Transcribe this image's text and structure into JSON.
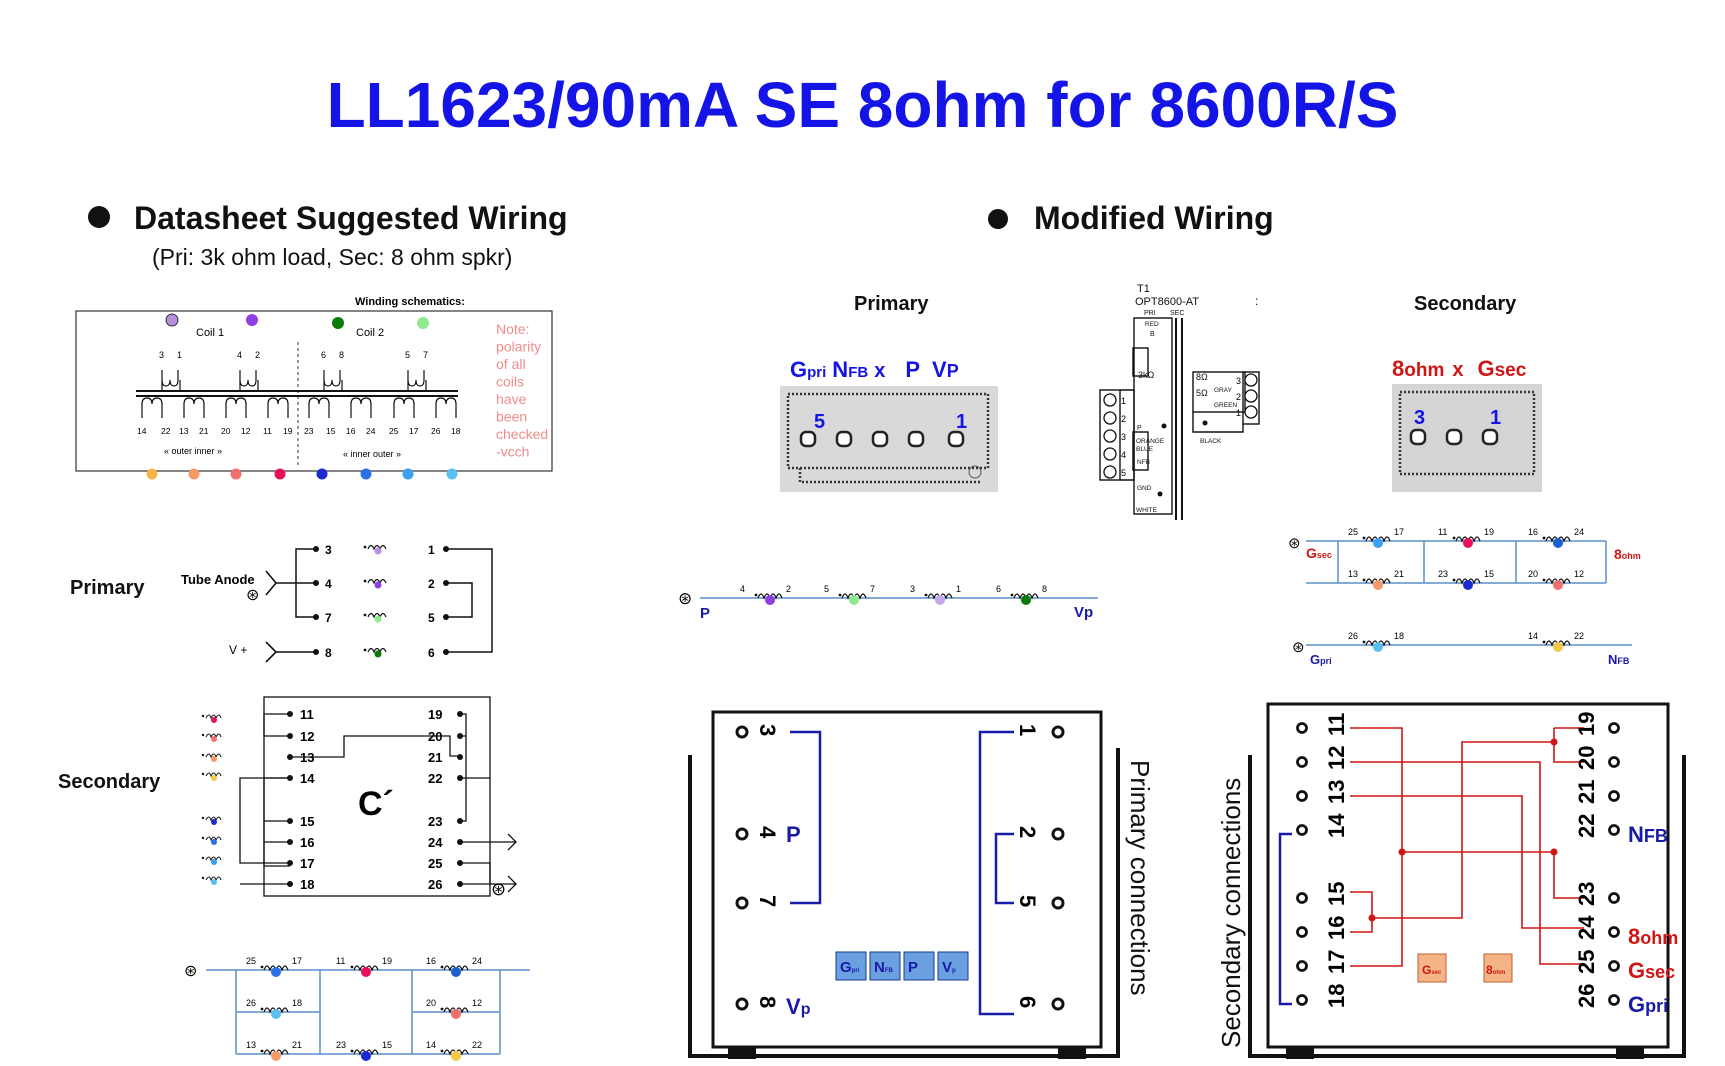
{
  "title": "LL1623/90mA SE 8ohm for 8600R/S",
  "left": {
    "heading": "Datasheet Suggested Wiring",
    "subheading": "(Pri: 3k ohm load, Sec: 8 ohm spkr)",
    "schematic": {
      "title": "Winding schematics:",
      "coil1": "Coil 1",
      "coil2": "Coil 2",
      "top_pins": [
        "3",
        "1",
        "4",
        "2",
        "6",
        "8",
        "5",
        "7"
      ],
      "bottom_pins": [
        "14",
        "22",
        "13",
        "21",
        "20",
        "12",
        "11",
        "19",
        "23",
        "15",
        "16",
        "24",
        "25",
        "17",
        "26",
        "18"
      ],
      "outer_inner": "« outer      inner »",
      "inner_outer": "« inner      outer »",
      "note": [
        "Note:",
        "polarity",
        "of all",
        "coils",
        "have",
        "been",
        "checked",
        "-vcch"
      ]
    },
    "primary_label": "Primary",
    "tube_anode": "Tube Anode",
    "vplus": "V +",
    "primary_pins_left": [
      "3",
      "4",
      "7",
      "8"
    ],
    "primary_pins_right": [
      "1",
      "2",
      "5",
      "6"
    ],
    "secondary_label": "Secondary",
    "secondary_pins_left": [
      "11",
      "12",
      "13",
      "14",
      "15",
      "16",
      "17",
      "18"
    ],
    "secondary_pins_right": [
      "19",
      "20",
      "21",
      "22",
      "23",
      "24",
      "25",
      "26"
    ],
    "c_label": "C´",
    "bottom_coils": {
      "row1": [
        "25",
        "17",
        "11",
        "19",
        "16",
        "24"
      ],
      "row2": [
        "26",
        "18",
        "20",
        "12"
      ],
      "row3": [
        "13",
        "21",
        "23",
        "15",
        "14",
        "22"
      ]
    }
  },
  "right": {
    "heading": "Modified Wiring",
    "primary_label": "Primary",
    "secondary_label": "Secondary",
    "primary_photo": {
      "g": "G",
      "g_sub": "pri",
      "n": "N",
      "n_sub": "FB",
      "x": "x",
      "p": "P",
      "v": "V",
      "v_sub": "P",
      "num_left": "5",
      "num_right": "1"
    },
    "secondary_photo": {
      "ohm": "8",
      "ohm_sub": "ohm",
      "x": "x",
      "g": "G",
      "g_sub": "sec",
      "num_left": "3",
      "num_right": "1"
    },
    "t1": {
      "name": "T1",
      "model": "OPT8600-AT",
      "pri": "PRI",
      "sec": "SEC",
      "red": "RED",
      "ohm3k": "3kΩ",
      "ohm8": "8Ω",
      "ohm5": "5Ω",
      "gray": "GRAY",
      "green": "GREEN",
      "black": "BLACK",
      "p": "P",
      "orange": "ORANGE",
      "blue": "BLUE",
      "nfb": "NFB",
      "gnd": "GND",
      "white": "WHITE",
      "b": "B",
      "colon": ":",
      "left_nums": [
        "1",
        "2",
        "3",
        "4",
        "5"
      ],
      "right_nums": [
        "3",
        "2",
        "1"
      ]
    },
    "primary_chain": {
      "p": "P",
      "vp": "Vp",
      "nums": [
        "4",
        "2",
        "5",
        "7",
        "3",
        "1",
        "6",
        "8"
      ]
    },
    "secondary_chain": {
      "gsec": "G",
      "gsec_sub": "sec",
      "ohm8": "8",
      "ohm8_sub": "ohm",
      "row1": [
        "25",
        "17",
        "11",
        "19",
        "16",
        "24"
      ],
      "row2": [
        "13",
        "21",
        "23",
        "15",
        "20",
        "12"
      ],
      "gpri": "G",
      "gpri_sub": "pri",
      "nfb": "N",
      "nfb_sub": "FB",
      "row3": [
        "26",
        "18",
        "14",
        "22"
      ]
    },
    "primary_board": {
      "left_pins": [
        "3",
        "4",
        "7",
        "8"
      ],
      "right_pins": [
        "1",
        "2",
        "5",
        "6"
      ],
      "p": "P",
      "vp": "V",
      "vp_sub": "p",
      "buttons": [
        {
          "t": "G",
          "s": "pri"
        },
        {
          "t": "N",
          "s": "FB"
        },
        {
          "t": "P",
          "s": ""
        },
        {
          "t": "V",
          "s": "p"
        }
      ],
      "caption": "Primary connections"
    },
    "secondary_board": {
      "left_pins": [
        "11",
        "12",
        "13",
        "14",
        "15",
        "16",
        "17",
        "18"
      ],
      "right_pins": [
        "19",
        "20",
        "21",
        "22",
        "23",
        "24",
        "25",
        "26"
      ],
      "nfb": "N",
      "nfb_sub": "FB",
      "ohm8": "8",
      "ohm8_sub": "ohm",
      "gsec": "G",
      "gsec_sub": "sec",
      "gpri": "G",
      "gpri_sub": "pri",
      "caption": "Secondary connections"
    }
  },
  "colors": {
    "title": "#1414e6",
    "wire_blue": "#1a1aa8",
    "wire_red": "#d0101a",
    "note": "#f08c8c"
  }
}
